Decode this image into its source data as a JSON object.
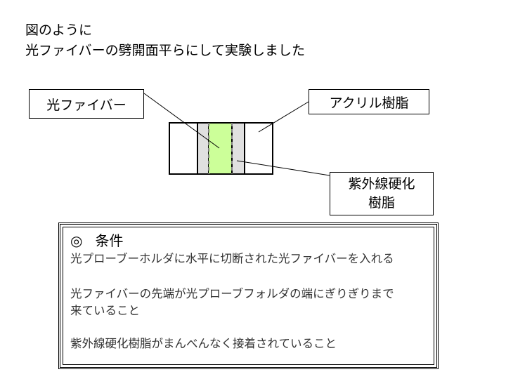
{
  "title": {
    "line1": "図のように",
    "line2": "光ファイバーの劈開面平らにして実験しました"
  },
  "labels": {
    "fiber": "光ファイバー",
    "acrylic": "アクリル樹脂",
    "uv_line1": "紫外線硬化",
    "uv_line2": "樹脂"
  },
  "conditions": {
    "mark": "◎",
    "heading": "条件",
    "items": [
      "光プローブーホルダに水平に切断された光ファイバーを入れる",
      "光ファイバーの先端が光プローブフォルダの端にぎりぎりまで",
      "来ていること",
      "紫外線硬化樹脂がまんべんなく接着されていること"
    ]
  },
  "colors": {
    "fiber_core": "#ccff99",
    "uv_resin": "#e0e0e0",
    "outline": "#000000",
    "dash": "#808080"
  }
}
